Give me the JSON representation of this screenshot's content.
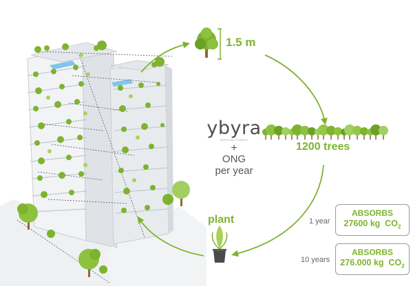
{
  "height_label": "1.5 m",
  "trees_label": "1200 trees",
  "plant_label": "plant",
  "logo": {
    "word": "ybyra",
    "tagline": "VERTICAL FOREST",
    "plus": "+",
    "line1": "ONG",
    "line2": "per year"
  },
  "absorption": [
    {
      "period": "1 year",
      "title": "ABSORBS",
      "value": "27600 kg",
      "unit": "CO",
      "subscript": "2"
    },
    {
      "period": "10 years",
      "title": "ABSORBS",
      "value": "276.000 kg",
      "unit": "CO",
      "subscript": "2"
    }
  ],
  "colors": {
    "accent": "#7db32e",
    "text": "#555555",
    "box_border": "#9a9a9a",
    "building": "#e9ecef",
    "tree_trunk": "#8a6a3d"
  },
  "icons": [
    "tree-icon",
    "forest-icon",
    "potted-plant-icon",
    "cycle-arrow-icon",
    "building-illustration"
  ]
}
